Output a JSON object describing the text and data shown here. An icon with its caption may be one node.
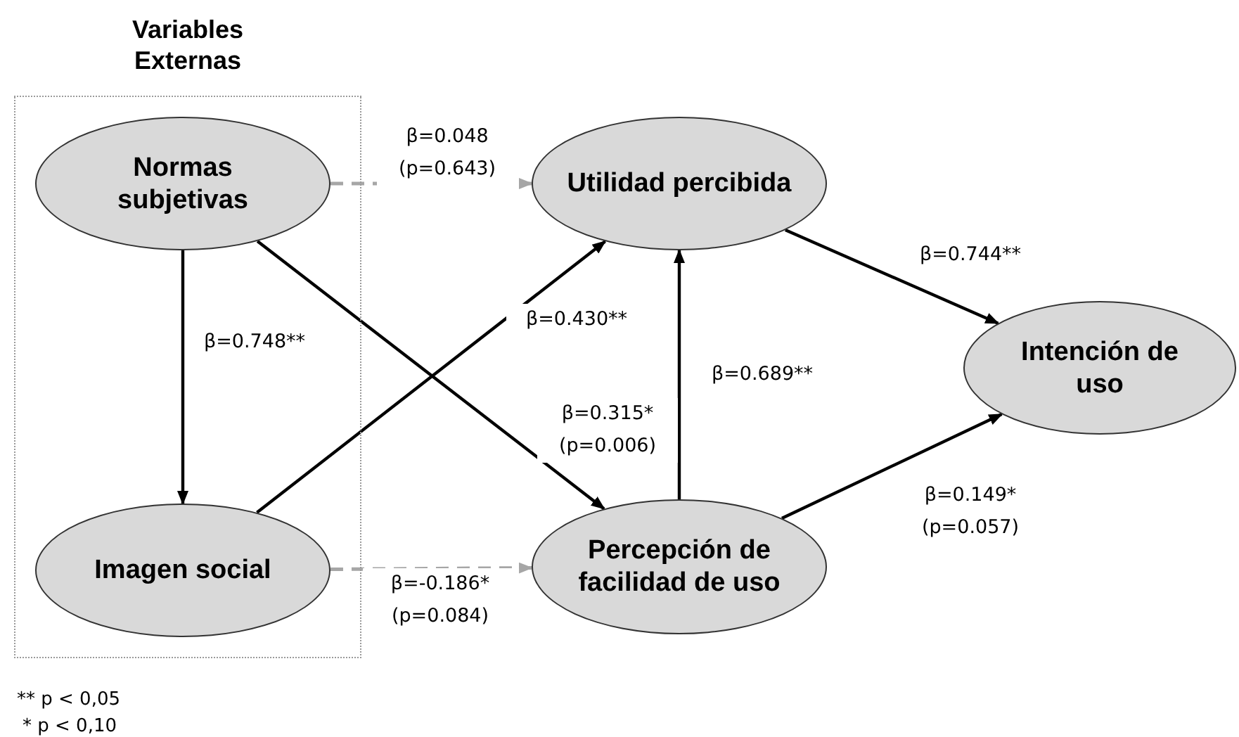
{
  "diagram": {
    "nodes": [
      {
        "text": [
          "Variables Externas"
        ]
      },
      {
        "text": [
          "Normas subjetivas"
        ],
        "in": 0
      },
      {
        "text": [
          "Imagen social"
        ],
        "in": 0
      },
      {
        "text": [
          "Utilidad percibida"
        ]
      },
      {
        "text": [
          "Percepción de facilidad de uso"
        ]
      },
      {
        "text": [
          "Intención de uso"
        ]
      }
    ],
    "edges": [
      {
        "from": 1,
        "to": 3,
        "arrow": "to",
        "label": "β=0.048 (p=0.643)",
        "style": "dashed",
        "color": "#a6a6a6"
      },
      {
        "from": 1,
        "to": 2,
        "arrow": "to",
        "label": "β=0.748**"
      },
      {
        "from": 1,
        "to": 4,
        "arrow": "to",
        "label": "β=0.315* (p=0.006)"
      },
      {
        "from": 2,
        "to": 3,
        "arrow": "to",
        "label": "β=0.430**"
      },
      {
        "from": 2,
        "to": 4,
        "arrow": "to",
        "label": "β=-0.186* (p=0.084)",
        "style": "dashed",
        "color": "#a6a6a6"
      },
      {
        "from": 4,
        "to": 3,
        "arrow": "to",
        "label": "β=0.689**"
      },
      {
        "from": 3,
        "to": 5,
        "arrow": "to",
        "label": "β=0.744**"
      },
      {
        "from": 4,
        "to": 5,
        "arrow": "to",
        "label": "β=0.149* (p=0.057)"
      }
    ],
    "labels": [
      "** p < 0,05",
      "* p < 0,10"
    ]
  }
}
